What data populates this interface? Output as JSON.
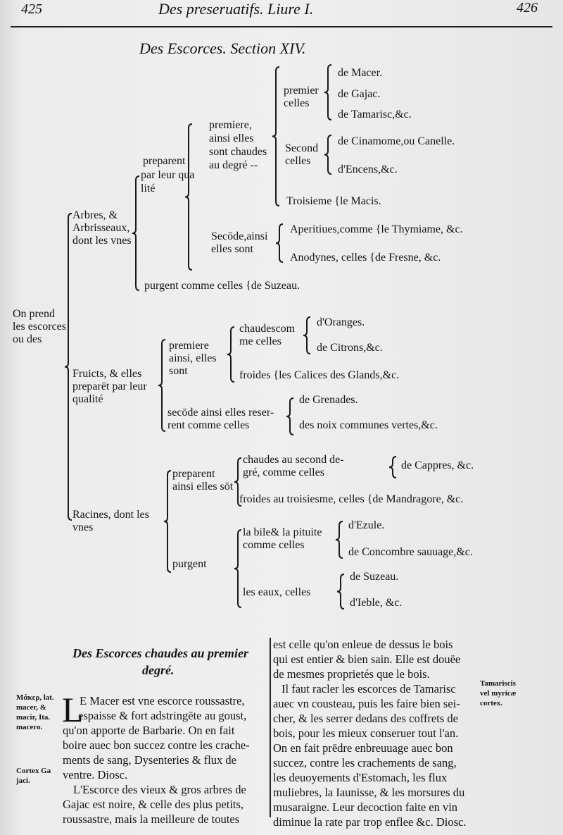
{
  "header": {
    "page_left": "425",
    "running_title": "Des preseruatifs.  Liure I.",
    "page_right": "426"
  },
  "section_title": "Des Escorces.  Section XIV.",
  "tree": {
    "root": [
      "On prend",
      "les escorces",
      "ou des"
    ],
    "arbres": [
      "Arbres, &",
      "Arbrisseaux,",
      "dont les vnes"
    ],
    "arbres_preparent": [
      "preparent",
      "par leur qua",
      "lité"
    ],
    "premiere_chaudes": [
      "premiere,",
      "ainsi elles",
      "sont chaudes",
      "au degré --"
    ],
    "premier_celles": [
      "premier",
      "celles"
    ],
    "premier_items": [
      "de Macer.",
      "de Gajac.",
      "de Tamarisc,&c."
    ],
    "second_celles": [
      "Second",
      "celles"
    ],
    "second_items": [
      "de Cinamome,ou Canelle.",
      "d'Encens,&c."
    ],
    "troisieme": "Troisieme {le Macis.",
    "seconde_ainsi": [
      "Secōde,ainsi",
      "elles sont"
    ],
    "aperitiues": "Aperitiues,comme {le Thymiame, &c.",
    "anodynes": "Anodynes, celles {de Fresne, &c.",
    "arbres_purgent": "purgent comme celles {de Suzeau.",
    "fruicts": [
      "Fruicts, & elles",
      "preparēt par leur",
      "qualité"
    ],
    "fruicts_premiere": [
      "premiere",
      "ainsi, elles",
      "sont"
    ],
    "chaudes_comme": [
      "chaudescom",
      "me celles"
    ],
    "chaudes_items": [
      "d'Oranges.",
      "de Citrons,&c."
    ],
    "froides_glands": "froides {les Calices des Glands,&c.",
    "fruicts_seconde": [
      "secōde ainsi elles reser-",
      "rent comme celles"
    ],
    "seconde_items": [
      "de Grenades.",
      "des noix communes vertes,&c."
    ],
    "racines": [
      "Racines, dont les",
      "vnes"
    ],
    "racines_preparent": [
      "preparent",
      "ainsi elles sōt"
    ],
    "chaudes_second": [
      "chaudes au second de-",
      "gré, comme celles"
    ],
    "cappres": "de Cappres, &c.",
    "froides_mandragore": "froides au troisiesme, celles {de Mandragore, &c.",
    "racines_purgent": "purgent",
    "bile": [
      "la bile& la pituite",
      "comme celles"
    ],
    "bile_items": [
      "d'Ezule.",
      "de Concombre sauuage,&c."
    ],
    "eaux": "les eaux, celles",
    "eaux_items": [
      "de Suzeau.",
      "d'Ieble, &c."
    ]
  },
  "left_column": {
    "heading": [
      "Des Escorces chaudes au premier",
      "degré."
    ],
    "drop_cap": "L",
    "paragraph1": [
      "E Macer est vne escorce roussastre,",
      "espaisse & fort adstringēte au goust,",
      "qu'on apporte de Barbarie. On en fait",
      "boire auec bon succez contre les crache-",
      "ments de sang, Dysenteries & flux de",
      "ventre. Diosc."
    ],
    "paragraph2": [
      "L'Escorce des vieux & gros arbres de",
      "Gajac est noire, & celle des plus petits,",
      "roussastre, mais la meilleure de toutes"
    ],
    "margin_note1": [
      "Μάκερ, lat.",
      "macer, &",
      "macir, Ita.",
      "macero."
    ],
    "margin_note2": [
      "Cortex Ga",
      "jaci."
    ]
  },
  "right_column": {
    "lines": [
      "est celle qu'on enleue de dessus le bois",
      "qui est entier & bien sain. Elle est douëe",
      "de mesmes proprietés que le bois.",
      "Il faut racler les escorces de Tamarisc",
      "auec vn cousteau, puis les faire bien sei-",
      "cher, & les serrer dedans des coffrets de",
      "bois, pour les mieux conseruer tout l'an.",
      "On en fait prēdre enbreuuage auec bon",
      "succez, contre les crachements de sang,",
      "les deuoyements d'Estomach, les flux",
      "muliebres, la Iaunisse, & les morsures du",
      "musaraigne. Leur decoction faite en vin",
      "diminue la rate par trop enflee &c. Diosc."
    ],
    "margin_note": [
      "Tamariscis",
      "vel myricæ",
      "cortex."
    ]
  }
}
